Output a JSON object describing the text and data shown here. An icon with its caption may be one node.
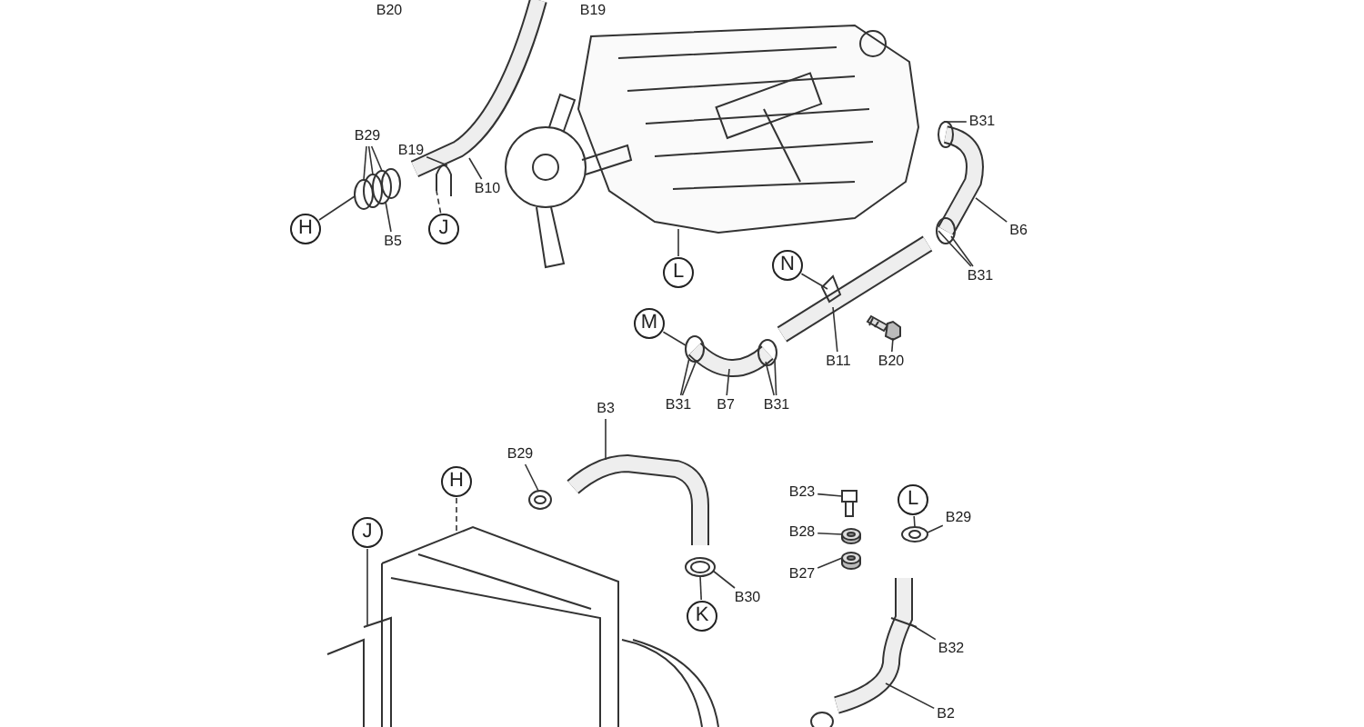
{
  "diagram": {
    "nodes": [
      {
        "text": [
          "B20"
        ]
      },
      {
        "text": [
          "B19"
        ]
      },
      {
        "text": [
          "B19"
        ]
      },
      {
        "text": [
          "B29"
        ]
      },
      {
        "text": [
          "H"
        ]
      },
      {
        "text": [
          "B5"
        ]
      },
      {
        "text": [
          "J"
        ]
      },
      {
        "text": [
          "B10"
        ]
      },
      {
        "text": [
          "L"
        ]
      },
      {
        "text": [
          "B31"
        ]
      },
      {
        "text": [
          "B6"
        ]
      },
      {
        "text": [
          "B31"
        ]
      },
      {
        "text": [
          "N"
        ]
      },
      {
        "text": [
          "M"
        ]
      },
      {
        "text": [
          "B11"
        ]
      },
      {
        "text": [
          "B20"
        ]
      },
      {
        "text": [
          "B31"
        ]
      },
      {
        "text": [
          "B7"
        ]
      },
      {
        "text": [
          "B31"
        ]
      },
      {
        "text": [
          "B3"
        ]
      },
      {
        "text": [
          "B29"
        ]
      },
      {
        "text": [
          "H"
        ]
      },
      {
        "text": [
          "J"
        ]
      },
      {
        "text": [
          "K"
        ]
      },
      {
        "text": [
          "B30"
        ]
      },
      {
        "text": [
          "B23"
        ]
      },
      {
        "text": [
          "L"
        ]
      },
      {
        "text": [
          "B29"
        ]
      },
      {
        "text": [
          "B28"
        ]
      },
      {
        "text": [
          "B27"
        ]
      },
      {
        "text": [
          "B32"
        ]
      },
      {
        "text": [
          "B2"
        ]
      },
      {
        "text": [],
        "shape": "picture"
      },
      {
        "text": [],
        "shape": "picture"
      },
      {
        "text": [],
        "shape": "picture"
      },
      {
        "text": [],
        "shape": "picture"
      },
      {
        "text": [],
        "shape": "picture"
      },
      {
        "text": [],
        "shape": "picture"
      },
      {
        "text": [],
        "shape": "picture"
      },
      {
        "text": [],
        "shape": "picture"
      },
      {
        "text": [],
        "shape": "picture"
      },
      {
        "text": [],
        "shape": "picture"
      },
      {
        "text": [],
        "shape": "picture"
      },
      {
        "text": [],
        "shape": "picture"
      },
      {
        "text": [],
        "shape": "picture"
      },
      {
        "text": [],
        "shape": "picture"
      },
      {
        "text": [],
        "shape": "picture"
      },
      {
        "text": [],
        "shape": "picture"
      },
      {
        "text": [],
        "shape": "picture"
      }
    ],
    "edges": [
      {
        "from": 2,
        "to": 33,
        "arrow": "none"
      },
      {
        "from": 3,
        "to": 32,
        "arrow": "none"
      },
      {
        "from": 3,
        "to": 32,
        "arrow": "none"
      },
      {
        "from": 3,
        "to": 32,
        "arrow": "none"
      },
      {
        "from": 4,
        "to": 32,
        "arrow": "none"
      },
      {
        "from": 5,
        "to": 32,
        "arrow": "none"
      },
      {
        "from": 6,
        "to": 33,
        "arrow": "none",
        "style": "dashed"
      },
      {
        "from": 7,
        "to": 34,
        "arrow": "none"
      },
      {
        "from": 8,
        "to": 35,
        "arrow": "none"
      },
      {
        "from": 9,
        "to": 36,
        "arrow": "none"
      },
      {
        "from": 10,
        "to": 36,
        "arrow": "none"
      },
      {
        "from": 11,
        "to": 36,
        "arrow": "none"
      },
      {
        "from": 11,
        "to": 36,
        "arrow": "none"
      },
      {
        "from": 12,
        "to": 37,
        "arrow": "none"
      },
      {
        "from": 13,
        "to": 39,
        "arrow": "none"
      },
      {
        "from": 14,
        "to": 37,
        "arrow": "none"
      },
      {
        "from": 15,
        "to": 38,
        "arrow": "none"
      },
      {
        "from": 16,
        "to": 39,
        "arrow": "none"
      },
      {
        "from": 16,
        "to": 39,
        "arrow": "none"
      },
      {
        "from": 17,
        "to": 39,
        "arrow": "none"
      },
      {
        "from": 18,
        "to": 39,
        "arrow": "none"
      },
      {
        "from": 18,
        "to": 39,
        "arrow": "none"
      },
      {
        "from": 19,
        "to": 40,
        "arrow": "none"
      },
      {
        "from": 20,
        "to": 41,
        "arrow": "none"
      },
      {
        "from": 21,
        "to": 42,
        "arrow": "none",
        "style": "dashed"
      },
      {
        "from": 22,
        "to": 42,
        "arrow": "none"
      },
      {
        "from": 23,
        "to": 43,
        "arrow": "none"
      },
      {
        "from": 24,
        "to": 43,
        "arrow": "none"
      },
      {
        "from": 25,
        "to": 44,
        "arrow": "none"
      },
      {
        "from": 26,
        "to": 47,
        "arrow": "none"
      },
      {
        "from": 27,
        "to": 47,
        "arrow": "none"
      },
      {
        "from": 28,
        "to": 45,
        "arrow": "none"
      },
      {
        "from": 29,
        "to": 46,
        "arrow": "none"
      },
      {
        "from": 30,
        "to": 48,
        "arrow": "none"
      },
      {
        "from": 31,
        "to": 48,
        "arrow": "none"
      }
    ]
  }
}
